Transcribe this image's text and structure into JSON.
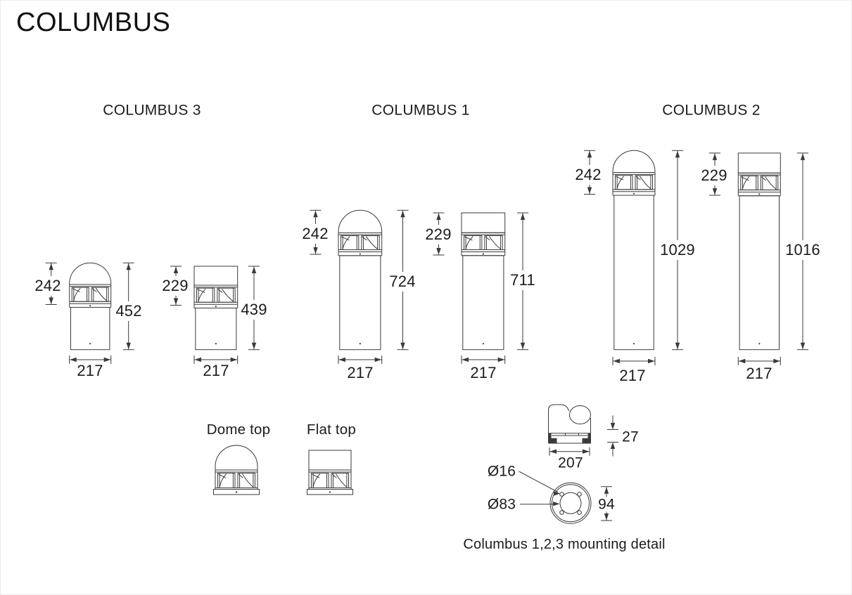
{
  "title": "COLUMBUS",
  "sections": [
    {
      "name": "COLUMBUS 3",
      "variants": [
        {
          "type": "dome",
          "head_height": "242",
          "total_height": "452",
          "width": "217"
        },
        {
          "type": "flat",
          "head_height": "229",
          "total_height": "439",
          "width": "217"
        }
      ]
    },
    {
      "name": "COLUMBUS 1",
      "variants": [
        {
          "type": "dome",
          "head_height": "242",
          "total_height": "724",
          "width": "217"
        },
        {
          "type": "flat",
          "head_height": "229",
          "total_height": "711",
          "width": "217"
        }
      ]
    },
    {
      "name": "COLUMBUS 2",
      "variants": [
        {
          "type": "dome",
          "head_height": "242",
          "total_height": "1029",
          "width": "217"
        },
        {
          "type": "flat",
          "head_height": "229",
          "total_height": "1016",
          "width": "217"
        }
      ]
    }
  ],
  "top_details": {
    "dome_label": "Dome top",
    "flat_label": "Flat top"
  },
  "mounting_detail": {
    "caption": "Columbus 1,2,3 mounting detail",
    "base_plate_height": "27",
    "base_width": "207",
    "bolt_hole_diameter": "Ø16",
    "spigot_diameter": "Ø83",
    "bolt_circle_height": "94"
  },
  "colors": {
    "line": "#3a3a3a",
    "text": "#1a1a1a"
  }
}
